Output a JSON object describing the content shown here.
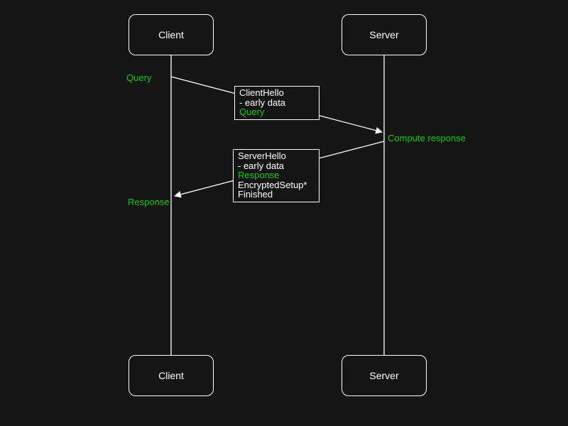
{
  "colors": {
    "bg": "#151515",
    "fg": "#ffffff",
    "accent": "#00cc00"
  },
  "diagram": {
    "kind": "sequence",
    "actors": {
      "client_top": {
        "label": "Client"
      },
      "server_top": {
        "label": "Server"
      },
      "client_bottom": {
        "label": "Client"
      },
      "server_bottom": {
        "label": "Server"
      }
    },
    "annotations": {
      "query": "Query",
      "compute_response": "Compute response",
      "response": "Response"
    },
    "messages": {
      "client_hello": {
        "direction": "client-to-server",
        "lines": [
          {
            "text": "ClientHello",
            "accent": false
          },
          {
            "text": "- early data",
            "accent": false
          },
          {
            "text": "Query",
            "accent": true
          }
        ]
      },
      "server_hello": {
        "direction": "server-to-client",
        "lines": [
          {
            "text": "ServerHello",
            "accent": false
          },
          {
            "text": "- early data",
            "accent": false
          },
          {
            "text": "Response",
            "accent": true
          },
          {
            "text": "EncryptedSetup*",
            "accent": false
          },
          {
            "text": "Finished",
            "accent": false
          }
        ]
      }
    }
  }
}
